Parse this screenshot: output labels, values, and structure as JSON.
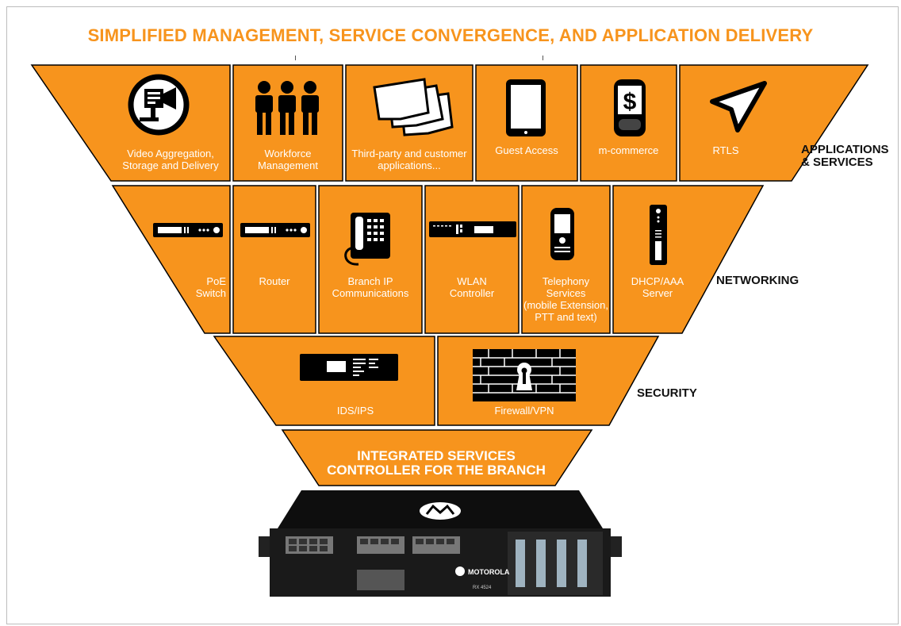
{
  "headline": "SIMPLIFIED MANAGEMENT, SERVICE CONVERGENCE, AND APPLICATION DELIVERY",
  "colors": {
    "orange": "#f7941d",
    "headline": "#f7941d",
    "outline": "#000000",
    "label": "#ffffff",
    "tier_label": "#111111"
  },
  "applications": {
    "tier_label_line1": "APPLICATIONS",
    "tier_label_line2": "& SERVICES",
    "items": [
      {
        "icon": "video-camera-icon",
        "line1": "Video Aggregation,",
        "line2": "Storage and Delivery"
      },
      {
        "icon": "workforce-people-icon",
        "line1": "Workforce",
        "line2": "Management"
      },
      {
        "icon": "documents-stack-icon",
        "line1": "Third-party and customer",
        "line2": "applications..."
      },
      {
        "icon": "tablet-icon",
        "line1": "Guest Access",
        "line2": ""
      },
      {
        "icon": "phone-dollar-icon",
        "line1": "m-commerce",
        "line2": ""
      },
      {
        "icon": "location-arrow-icon",
        "line1": "RTLS",
        "line2": ""
      }
    ]
  },
  "networking": {
    "tier_label": "NETWORKING",
    "items": [
      {
        "icon": "switch-icon",
        "line1": "PoE",
        "line2": "Switch",
        "line3": ""
      },
      {
        "icon": "router-icon",
        "line1": "Router",
        "line2": "",
        "line3": ""
      },
      {
        "icon": "desk-phone-icon",
        "line1": "Branch IP",
        "line2": "Communications",
        "line3": ""
      },
      {
        "icon": "wlan-controller-icon",
        "line1": "WLAN",
        "line2": "Controller",
        "line3": ""
      },
      {
        "icon": "mobile-phone-icon",
        "line1": "Telephony",
        "line2": "Services",
        "line3": "(mobile Extension,",
        "line4": "PTT and text)"
      },
      {
        "icon": "server-tower-icon",
        "line1": "DHCP/AAA",
        "line2": "Server",
        "line3": ""
      }
    ]
  },
  "security": {
    "tier_label": "SECURITY",
    "items": [
      {
        "icon": "ids-appliance-icon",
        "label": "IDS/IPS"
      },
      {
        "icon": "firewall-icon",
        "label": "Firewall/VPN"
      }
    ]
  },
  "core": {
    "line1": "INTEGRATED SERVICES",
    "line2": "CONTROLLER FOR THE BRANCH",
    "device_brand": "MOTOROLA",
    "device_model": "RX 4524"
  }
}
